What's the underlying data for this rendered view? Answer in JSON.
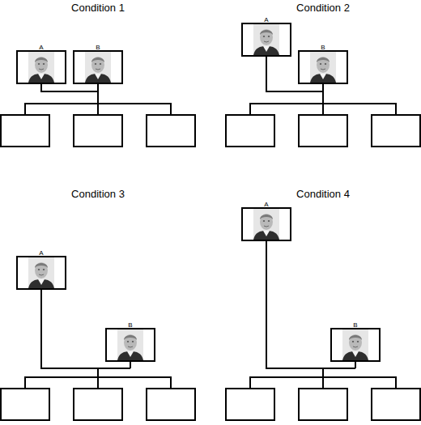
{
  "diagram": {
    "nodes": [
      {
        "text": [
          "A"
        ]
      },
      {
        "text": [
          "B"
        ]
      },
      {
        "text": [
          "A"
        ]
      },
      {
        "text": [
          "B"
        ]
      },
      {
        "text": [
          "A"
        ]
      },
      {
        "text": [
          "B"
        ]
      },
      {
        "text": [
          "A"
        ]
      },
      {
        "text": [
          "B"
        ]
      }
    ],
    "labels": [
      "Condition 1",
      "Condition 2",
      "Condition 3",
      "Condition 4"
    ]
  }
}
